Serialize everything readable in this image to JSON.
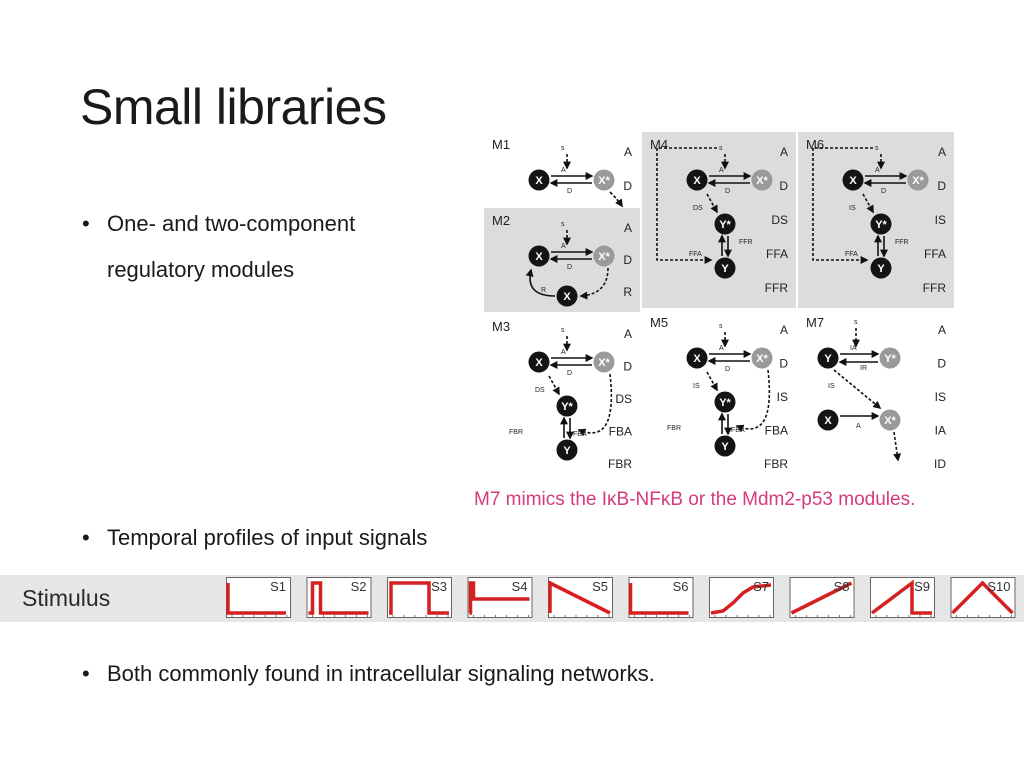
{
  "slide": {
    "title": "Small libraries",
    "bullets": [
      {
        "symbol": "•",
        "lines": [
          "One- and two-component",
          "regulatory modules"
        ]
      },
      {
        "symbol": "•",
        "lines": [
          "Temporal profiles of input signals"
        ]
      },
      {
        "symbol": "•",
        "lines": [
          "Both commonly found in intracellular signaling networks."
        ]
      }
    ],
    "caption": "M7 mimics the IκB-NFκB or the Mdm2-p53 modules.",
    "caption_color": "#d63a7c"
  },
  "modules": [
    {
      "name": "M1",
      "labels": [
        "A",
        "D"
      ]
    },
    {
      "name": "M2",
      "labels": [
        "A",
        "D",
        "R"
      ]
    },
    {
      "name": "M3",
      "labels": [
        "A",
        "D",
        "DS",
        "FBA",
        "FBR"
      ]
    },
    {
      "name": "M4",
      "labels": [
        "A",
        "D",
        "DS",
        "FFA",
        "FFR"
      ]
    },
    {
      "name": "M5",
      "labels": [
        "A",
        "D",
        "IS",
        "FBA",
        "FBR"
      ]
    },
    {
      "name": "M6",
      "labels": [
        "A",
        "D",
        "IS",
        "FFA",
        "FFR"
      ]
    },
    {
      "name": "M7",
      "labels": [
        "A",
        "D",
        "IS",
        "IA",
        "ID"
      ]
    }
  ],
  "node_labels": {
    "x": "X",
    "xs": "X*",
    "y": "Y",
    "ys": "Y*",
    "signal": "S"
  },
  "edge_labels": {
    "a": "A",
    "d": "D",
    "r": "R",
    "ds": "DS",
    "is": "IS",
    "fba": "FBA",
    "fbr": "FBR",
    "ffa": "FFA",
    "ffr": "FFR",
    "ia": "IA",
    "ir": "IR"
  },
  "stimulus": {
    "label": "Stimulus",
    "line_color": "#d42020",
    "panels": [
      {
        "name": "S1",
        "shape": "step-on"
      },
      {
        "name": "S2",
        "shape": "short-pulse"
      },
      {
        "name": "S3",
        "shape": "pulse"
      },
      {
        "name": "S4",
        "shape": "spike-then-low"
      },
      {
        "name": "S5",
        "shape": "linear-decay"
      },
      {
        "name": "S6",
        "shape": "step-on"
      },
      {
        "name": "S7",
        "shape": "sigmoid-rise"
      },
      {
        "name": "S8",
        "shape": "linear-rise"
      },
      {
        "name": "S9",
        "shape": "ramp-then-drop"
      },
      {
        "name": "S10",
        "shape": "triangle"
      }
    ]
  }
}
